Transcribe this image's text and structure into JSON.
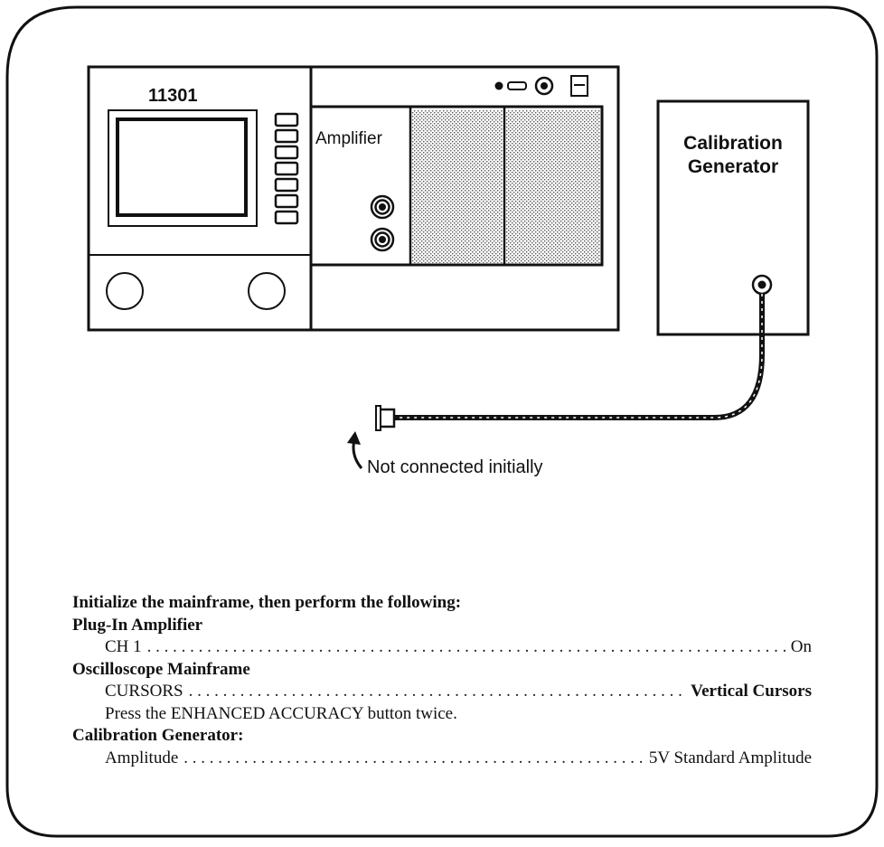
{
  "diagram": {
    "mainframe_label": "11301",
    "amplifier_label": "Amplifier",
    "calibrator_label_line1": "Calibration",
    "calibrator_label_line2": "Generator",
    "annotation": "Not connected initially"
  },
  "instructions": {
    "intro": "Initialize the mainframe, then perform the following:",
    "sections": [
      {
        "heading": "Plug-In Amplifier",
        "setting": "CH 1",
        "value": "On"
      },
      {
        "heading": "Oscilloscope Mainframe",
        "setting": "CURSORS",
        "value": "Vertical Cursors",
        "note": "Press the ENHANCED ACCURACY button twice."
      },
      {
        "heading": "Calibration Generator:",
        "setting": "Amplitude",
        "value": "5V Standard Amplitude"
      }
    ]
  }
}
